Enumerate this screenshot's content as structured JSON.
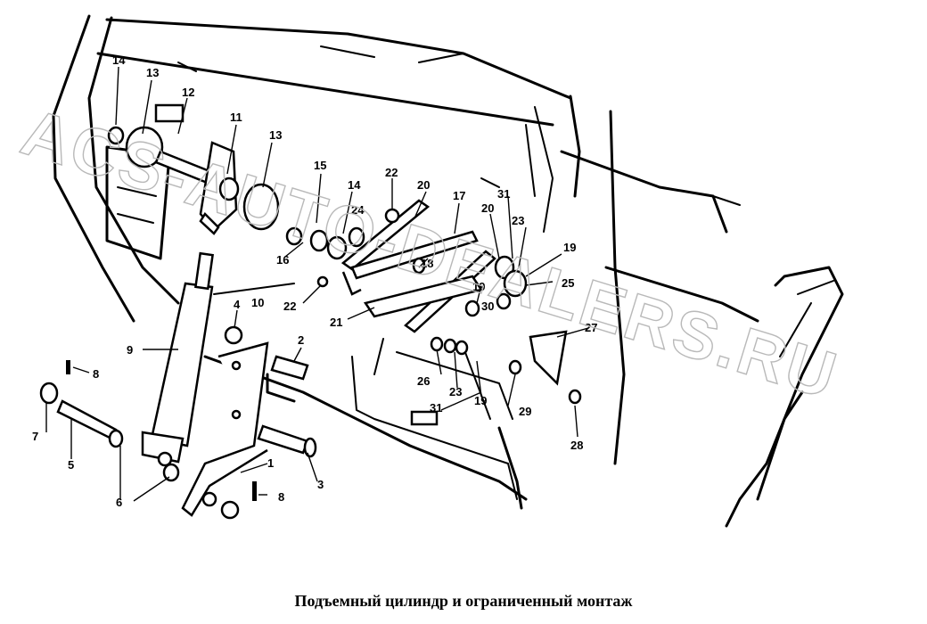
{
  "caption": "Подъемный цилиндр и ограниченный монтаж",
  "watermark": "ACS-AUTO-DEALERS.RU",
  "callouts": [
    "1",
    "2",
    "3",
    "4",
    "5",
    "6",
    "7",
    "8",
    "9",
    "10",
    "11",
    "12",
    "13",
    "14",
    "15",
    "16",
    "17",
    "18",
    "19",
    "20",
    "21",
    "22",
    "23",
    "24",
    "25",
    "26",
    "27",
    "28",
    "29",
    "30",
    "31"
  ]
}
